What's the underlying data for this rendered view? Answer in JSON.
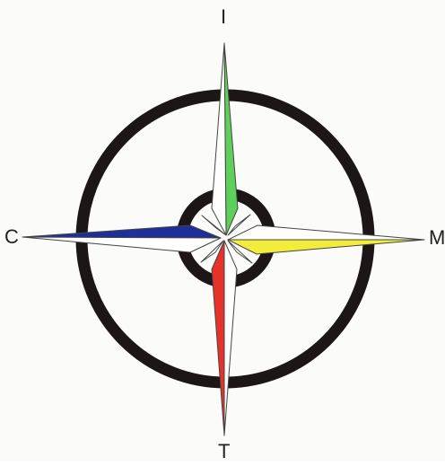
{
  "labels": {
    "north": "I",
    "west": "C",
    "east": "M",
    "south": "T"
  },
  "colors": {
    "ring": "#1c1616",
    "north_arm": "#5fcf5b",
    "west_arm": "#1e2f9a",
    "east_arm": "#f2ec3a",
    "south_arm": "#e5322b",
    "arm_outline": "#444444"
  },
  "icons": {
    "rose": "compass-rose-icon"
  }
}
